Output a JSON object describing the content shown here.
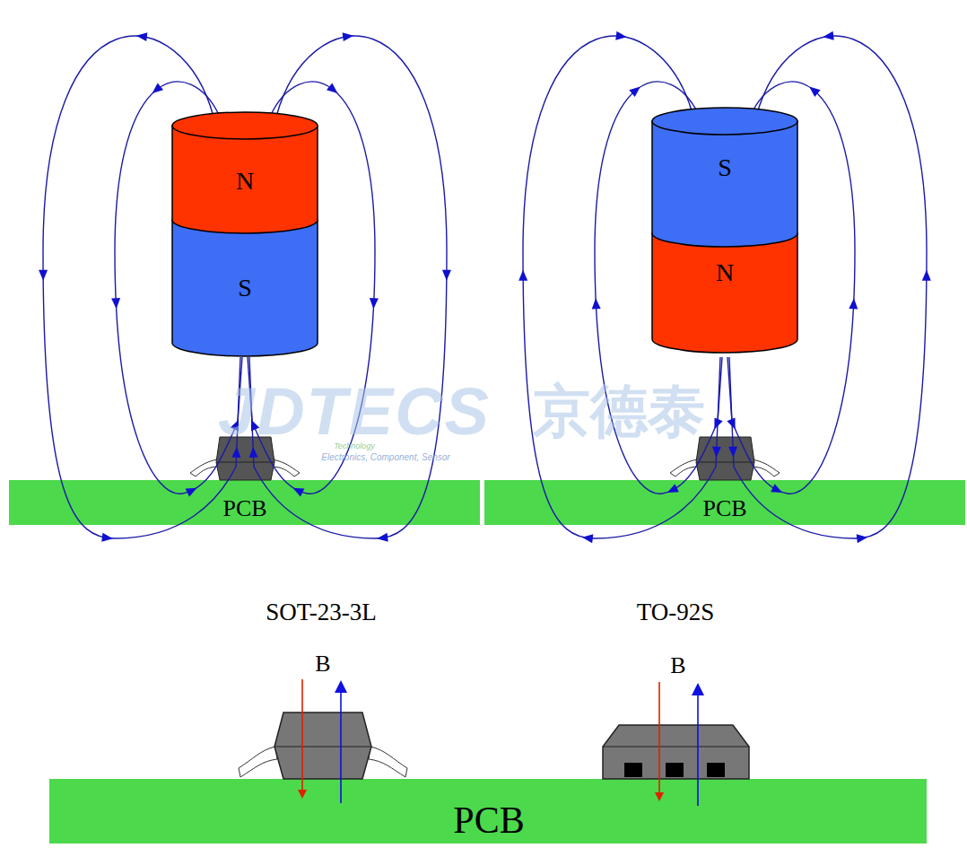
{
  "diagram": {
    "nodes": [
      {
        "text": [
          "N"
        ]
      },
      {
        "text": [
          "S"
        ]
      },
      {
        "text": [
          "PCB"
        ]
      },
      {
        "text": [
          "S"
        ]
      },
      {
        "text": [
          "N"
        ]
      },
      {
        "text": [
          "PCB"
        ]
      },
      {
        "text": [
          "PCB"
        ]
      }
    ],
    "labels": [
      "JDTECS",
      "京德泰",
      "Technology",
      "Electronics, Component, Sensor",
      "SOT-23-3L",
      "TO-92S",
      "B",
      "B"
    ]
  }
}
